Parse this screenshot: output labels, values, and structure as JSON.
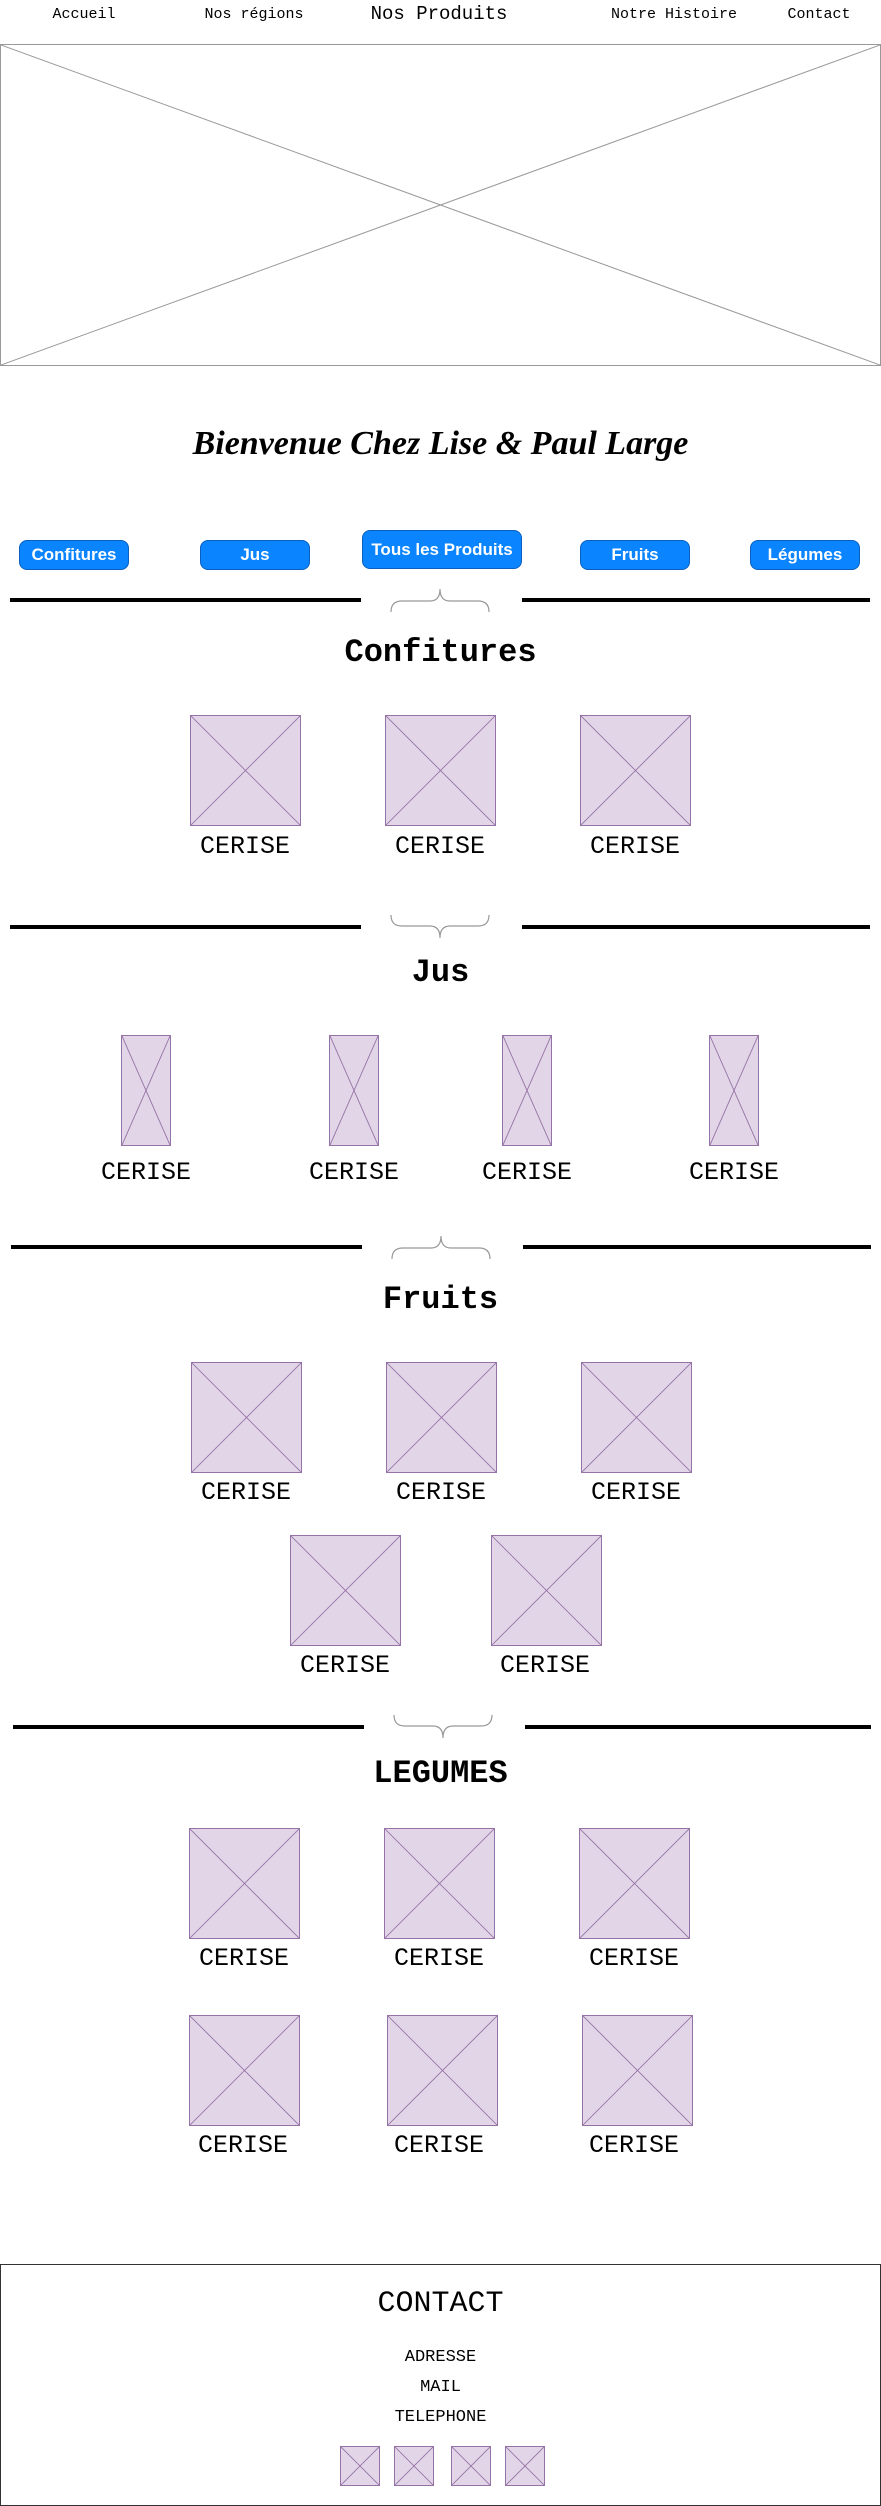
{
  "nav": {
    "items": [
      {
        "label": "Accueil"
      },
      {
        "label": "Nos régions"
      },
      {
        "label": "Nos Produits"
      },
      {
        "label": "Notre Histoire"
      },
      {
        "label": "Contact"
      }
    ]
  },
  "welcome": "Bienvenue Chez Lise & Paul Large",
  "filters": [
    {
      "label": "Confitures"
    },
    {
      "label": "Jus"
    },
    {
      "label": "Tous les Produits"
    },
    {
      "label": "Fruits"
    },
    {
      "label": "Légumes"
    }
  ],
  "sections": {
    "confitures": {
      "title": "Confitures",
      "items": [
        "CERISE",
        "CERISE",
        "CERISE"
      ]
    },
    "jus": {
      "title": "Jus",
      "items": [
        "CERISE",
        "CERISE",
        "CERISE",
        "CERISE"
      ]
    },
    "fruits": {
      "title": "Fruits",
      "items": [
        "CERISE",
        "CERISE",
        "CERISE",
        "CERISE",
        "CERISE"
      ]
    },
    "legumes": {
      "title": "LEGUMES",
      "items": [
        "CERISE",
        "CERISE",
        "CERISE",
        "CERISE",
        "CERISE",
        "CERISE"
      ]
    }
  },
  "contact": {
    "title": "CONTACT",
    "address": "ADRESSE",
    "mail": "MAIL",
    "telephone": "TELEPHONE"
  },
  "colors": {
    "button": "#0a84ff",
    "placeholder_fill": "#e1d5e7",
    "placeholder_stroke": "#9673a6"
  }
}
